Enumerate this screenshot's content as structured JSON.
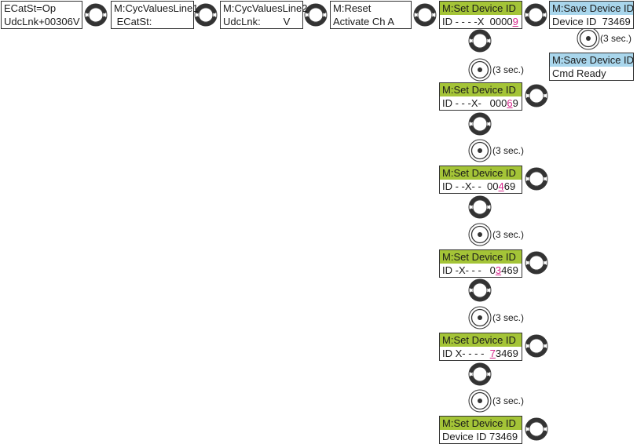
{
  "colors": {
    "header_green": "#a4c437",
    "header_blue": "#a9d6ec",
    "highlight_digit": "#d6248a",
    "outline": "#333333"
  },
  "top_row": {
    "status": {
      "line1": "ECatSt=Op",
      "line2": "UdcLnk+00306V"
    },
    "cyc1": {
      "line1": "M:CycValuesLine1",
      "line2": " ECatSt:"
    },
    "cyc2": {
      "line1": "M:CycValuesLine2",
      "line2": "UdcLnk:        V"
    },
    "reset": {
      "line1": "M:Reset",
      "line2": "Activate Ch A"
    },
    "set_id_start": {
      "line1": "M:Set Device ID",
      "line2_pre": "ID - - - -X  0000",
      "line2_hl": "9",
      "line2_post": ""
    },
    "save_id": {
      "line1": "M:Save Device ID",
      "line2": "Device ID  73469"
    }
  },
  "save_ready": {
    "line1": "M:Save Device ID",
    "line2": "Cmd Ready"
  },
  "column": [
    {
      "line1": "M:Set Device ID",
      "line2_pre": "ID - - -X-   000",
      "line2_hl": "6",
      "line2_post": "9"
    },
    {
      "line1": "M:Set Device ID",
      "line2_pre": "ID - -X- -  00",
      "line2_hl": "4",
      "line2_post": "69"
    },
    {
      "line1": "M:Set Device ID",
      "line2_pre": "ID -X- - -   0",
      "line2_hl": "3",
      "line2_post": "469"
    },
    {
      "line1": "M:Set Device ID",
      "line2_pre": "ID X- - - -  ",
      "line2_hl": "7",
      "line2_post": "3469"
    },
    {
      "line1": "M:Set Device ID",
      "line2_pre": "Device ID 73469",
      "line2_hl": "",
      "line2_post": ""
    }
  ],
  "press_label": "(3 sec.)",
  "icons": {
    "rotate": "rotary-knob-turn-icon",
    "press": "rotary-knob-press-icon"
  }
}
